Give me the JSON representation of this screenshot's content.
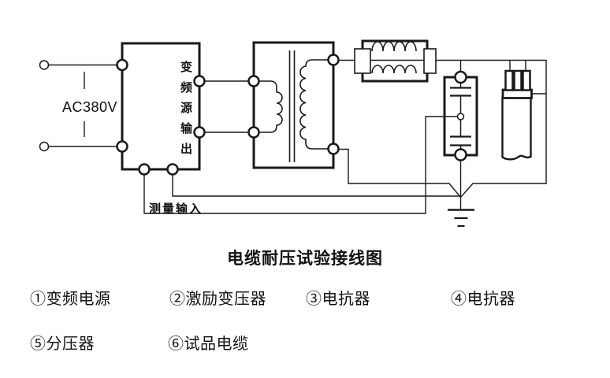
{
  "diagram": {
    "source_label": "AC380V",
    "converter_output_label": "变频源输出",
    "measurement_input_label": "测量输入"
  },
  "title": "电缆耐压试验接线图",
  "legend": {
    "items": [
      "①变频电源",
      "②激励变压器",
      "③电抗器",
      "④电抗器",
      "⑤分压器",
      "⑥试品电缆"
    ]
  },
  "colors": {
    "line": "#1a1a1a",
    "background": "#ffffff",
    "text": "#111111"
  }
}
